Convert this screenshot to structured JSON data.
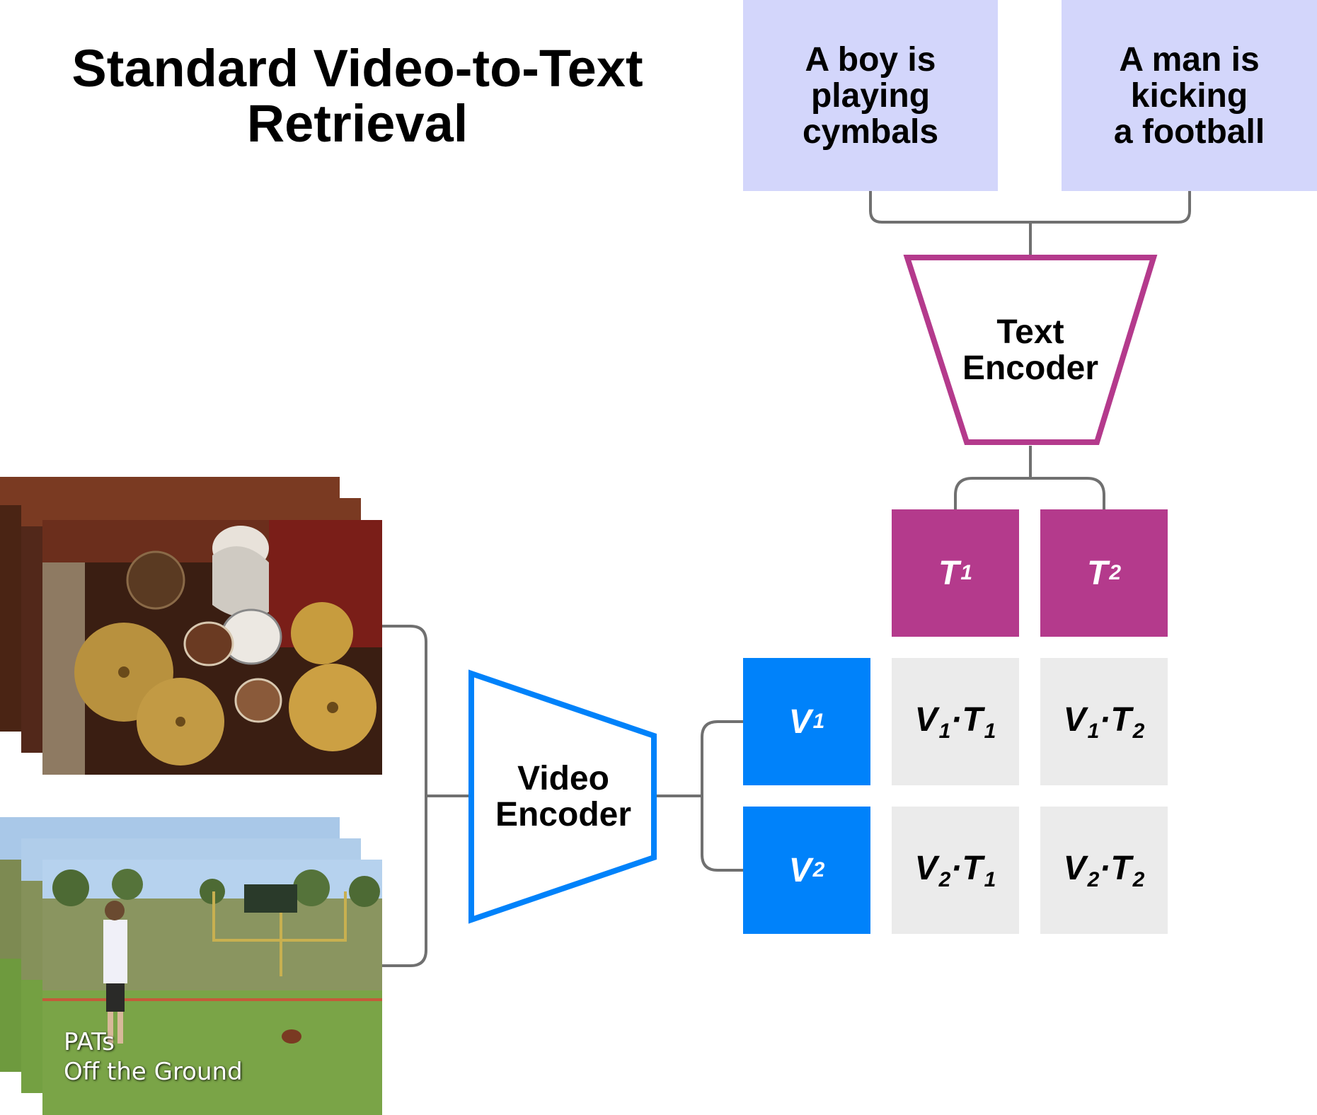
{
  "title": {
    "line1": "Standard Video-to-Text",
    "line2": "Retrieval"
  },
  "captions": [
    {
      "lines": [
        "A boy is",
        "playing",
        "cymbals"
      ]
    },
    {
      "lines": [
        "A man is",
        "kicking",
        "a football"
      ]
    }
  ],
  "text_encoder": {
    "line1": "Text",
    "line2": "Encoder",
    "color": "#b43a8c"
  },
  "video_encoder": {
    "line1": "Video",
    "line2": "Encoder",
    "color": "#0082fa"
  },
  "text_embeddings": [
    {
      "letter": "T",
      "index": "1"
    },
    {
      "letter": "T",
      "index": "2"
    }
  ],
  "video_embeddings": [
    {
      "letter": "V",
      "index": "1"
    },
    {
      "letter": "V",
      "index": "2"
    }
  ],
  "similarity": {
    "v1t1": "V1·T1",
    "v1t2": "V1·T2",
    "v2t1": "V2·T1",
    "v2t2": "V2·T2"
  },
  "video_overlay": {
    "line1": "PATs",
    "line2": "Off the Ground"
  },
  "colors": {
    "caption_bg": "#d3d6fb",
    "text_emb": "#b43a8c",
    "video_emb": "#0082fa",
    "sim_bg": "#ebebeb",
    "connector": "#707070"
  }
}
